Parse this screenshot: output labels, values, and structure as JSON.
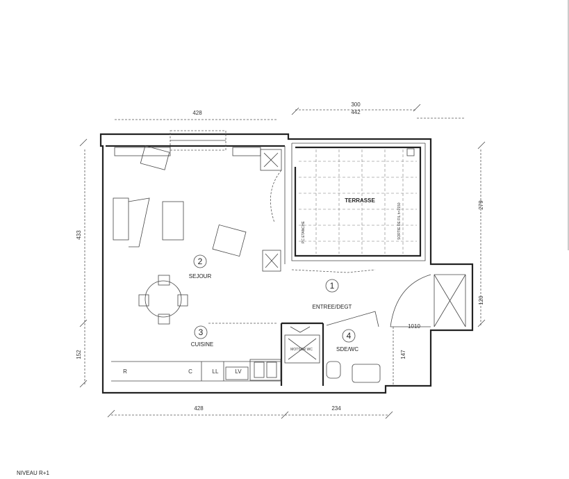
{
  "plan": {
    "level_label": "NIVEAU R+1",
    "rooms": [
      {
        "number": "2",
        "name": "SEJOUR"
      },
      {
        "number": "3",
        "name": "CUISINE"
      },
      {
        "number": "1",
        "name": "ENTREE/DEGT"
      },
      {
        "number": "4",
        "name": "SDE/WC"
      },
      {
        "name": "TERRASSE"
      }
    ],
    "dimensions": {
      "top_left": "428",
      "top_outer": "300",
      "top_right": "442",
      "left_upper": "433",
      "left_lower": "152",
      "right_terrace": "279",
      "right_entry": "120",
      "right_wc": "147",
      "bottom_left": "428",
      "bottom_right": "234",
      "door_width": "1010"
    },
    "annotations": {
      "kitchen_r": "R",
      "kitchen_c": "C",
      "kitchen_ll": "LL",
      "kitchen_lv": "LV",
      "terrace_left": "PC ETANCHE",
      "terrace_right": "SORTIE DE FIL\nh=2150",
      "motsor": "MOTSOR\nWC"
    }
  }
}
